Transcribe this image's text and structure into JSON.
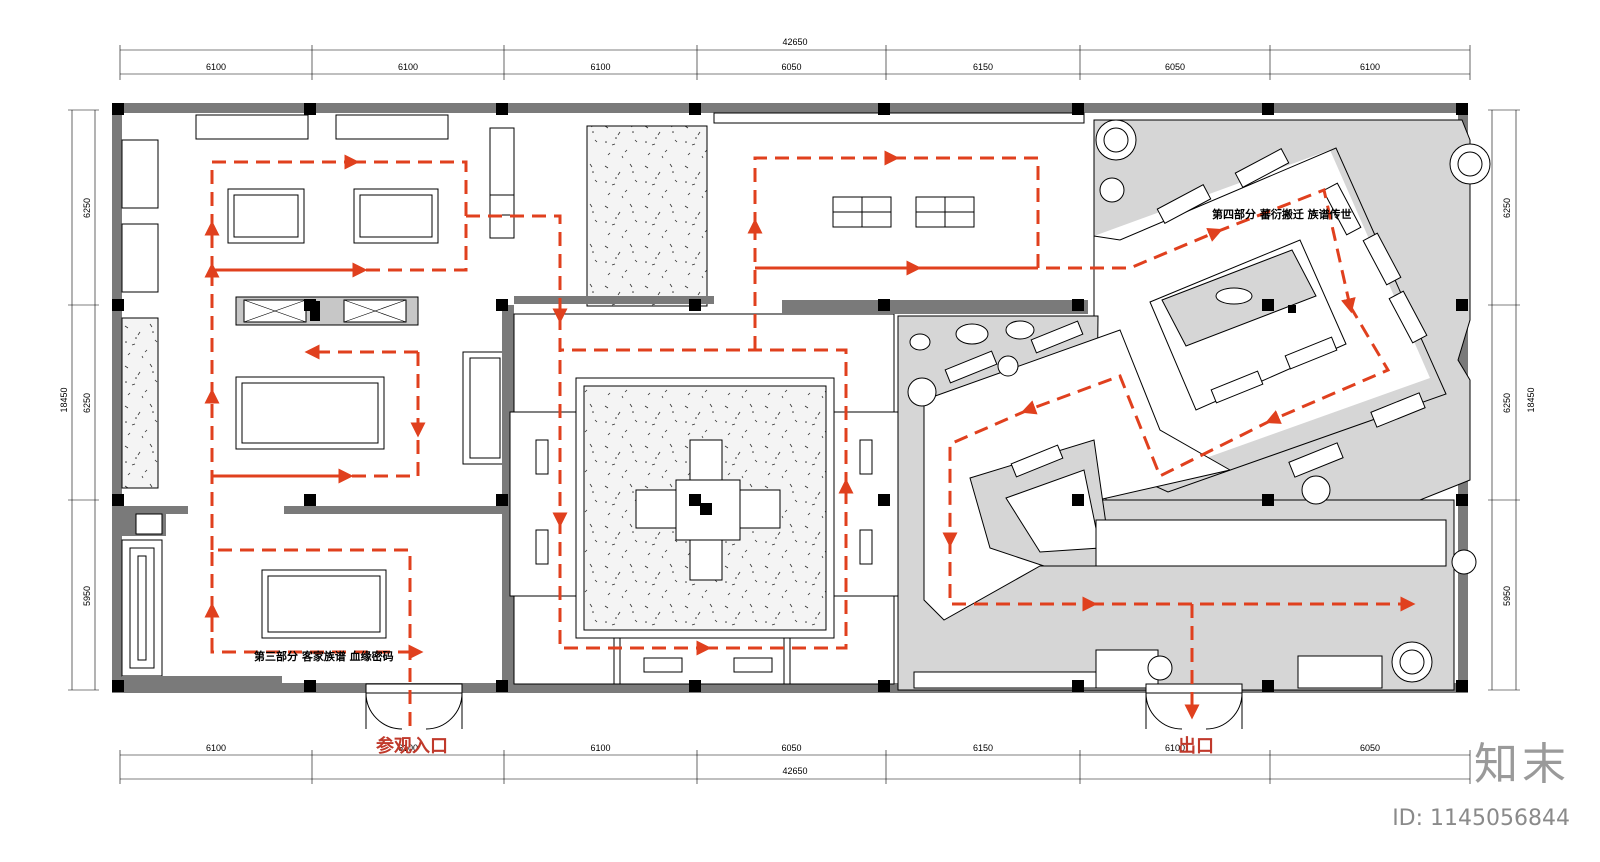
{
  "dimensions": {
    "total": "42650",
    "top_segments": [
      "6100",
      "6100",
      "6100",
      "6050",
      "6150",
      "6050",
      "6100"
    ],
    "bottom_segments": [
      "6100",
      "6100",
      "6100",
      "6050",
      "6150",
      "6100",
      "6050"
    ],
    "left_segments": [
      "6250",
      "6250",
      "5950"
    ],
    "right_segments": [
      "6250",
      "6250",
      "5950"
    ],
    "height_total": "18450"
  },
  "labels": {
    "section_three": "第三部分 客家族谱 血缘密码",
    "section_four": "第四部分 蕃衍搬迁 族谱传世",
    "entrance": "参观入口",
    "exit": "出口"
  },
  "watermark": {
    "brand": "知末",
    "id": "ID: 1145056844"
  },
  "colors": {
    "path": "#e0401e",
    "wall": "#7a7a7a",
    "column": "#000000",
    "floor_grey": "#d6d6d6"
  }
}
